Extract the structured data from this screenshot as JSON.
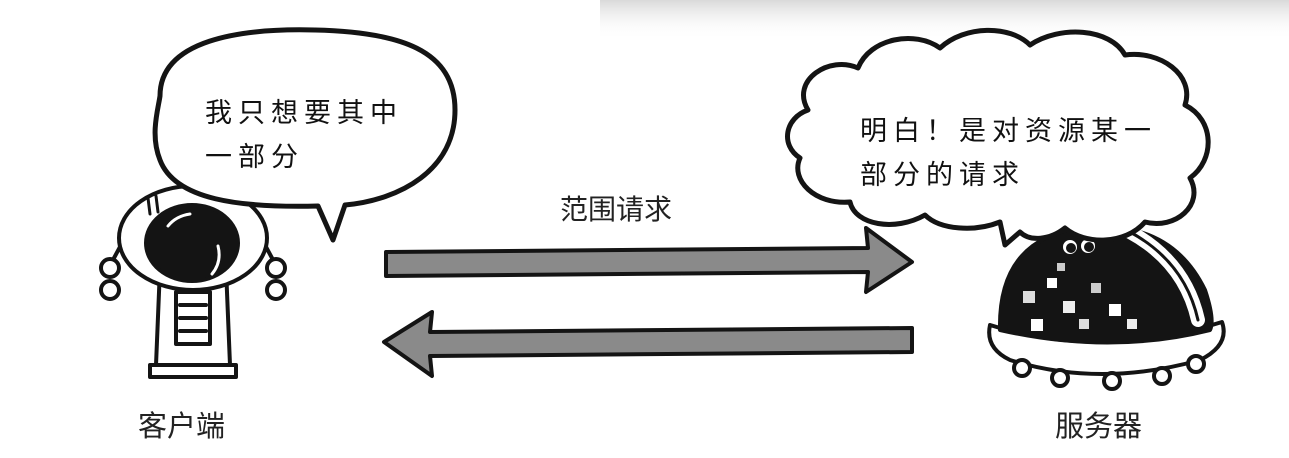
{
  "client": {
    "label": "客户端",
    "speech": [
      "我只想要其中",
      "一部分"
    ]
  },
  "server": {
    "label": "服务器",
    "speech": [
      "明白！是对资源某一",
      "部分的请求"
    ]
  },
  "request": {
    "label": "范围请求"
  },
  "colors": {
    "arrow_fill": "#8a8a8a",
    "outline": "#141414",
    "background": "#ffffff"
  }
}
